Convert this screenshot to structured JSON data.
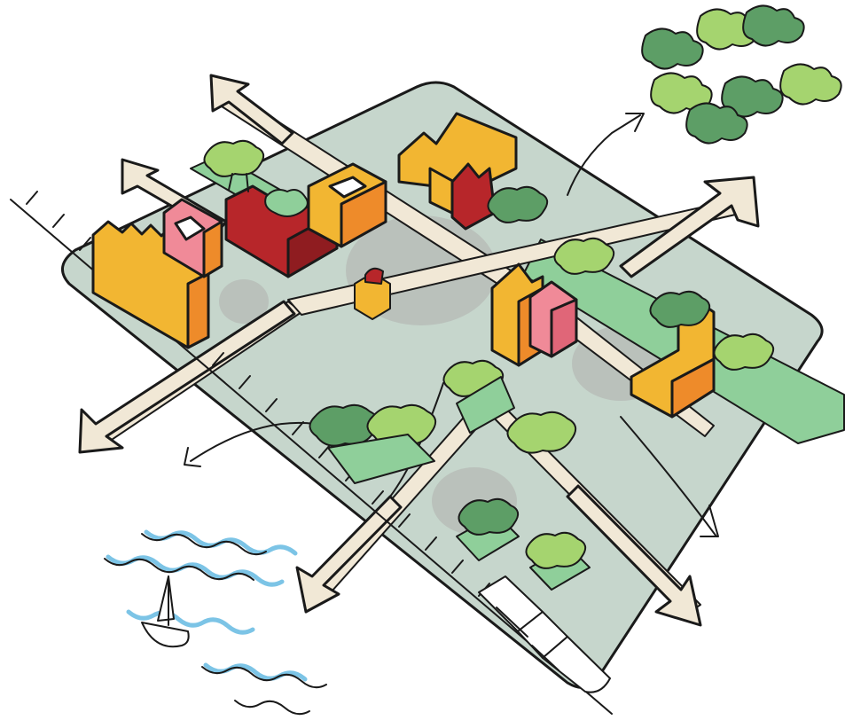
{
  "illustration": {
    "kind": "hand-drawn isometric urban block sketch",
    "elements": [
      "city-block-ground",
      "street-grid",
      "outward-arrows",
      "buildings",
      "trees",
      "green-corridor",
      "railway",
      "train",
      "river",
      "sailboat",
      "forest-cluster",
      "plaza-sculpture"
    ]
  },
  "palette": {
    "ground": "#c6d6cc",
    "ground_outline": "#1a1a1a",
    "street": "#f1e8d6",
    "green_strip": "#8fcf9a",
    "tree_light": "#a5d46f",
    "tree_dark": "#5d9e66",
    "building_yellow": "#f2b632",
    "building_orange": "#ee8b2a",
    "building_red": "#b7262a",
    "building_pink": "#f08a98",
    "plaza_shadow": "#b8bfb9",
    "water": "#7cc4e6"
  }
}
